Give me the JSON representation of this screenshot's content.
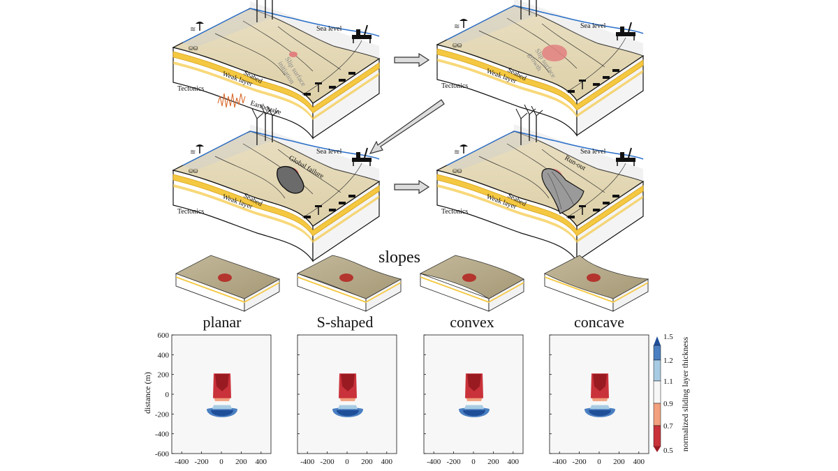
{
  "panels": {
    "labels_common": {
      "sea_level": "Sea level",
      "seabed": "Seabed",
      "weak_layer": "Weak layer",
      "tectonics": "Tectonics"
    },
    "p1": {
      "stage": "Slip surface\ninitiation",
      "trigger": "Earthquake"
    },
    "p2": {
      "stage": "Slip surface\ngrowth"
    },
    "p3": {
      "stage": "Global failure"
    },
    "p4": {
      "stage": "Run-out"
    }
  },
  "slopes": {
    "title": "slopes",
    "types": [
      "planar",
      "S-shaped",
      "convex",
      "concave"
    ]
  },
  "maps": {
    "ylabel": "distance (m)",
    "yticks": [
      "600",
      "400",
      "200",
      "0",
      "-200",
      "-400",
      "-600"
    ],
    "xticks": [
      "-400",
      "-200",
      "0",
      "200",
      "400"
    ]
  },
  "colorbar": {
    "label": "normalized sliding layer thickness",
    "ticks": [
      "1.5",
      "1.2",
      "1.1",
      "0.9",
      "0.7",
      "0.5"
    ],
    "colors": [
      "#1f4e99",
      "#4a7fc1",
      "#a7cbe3",
      "#f7f7f7",
      "#f2a07e",
      "#c9323a",
      "#9a1a22"
    ]
  }
}
